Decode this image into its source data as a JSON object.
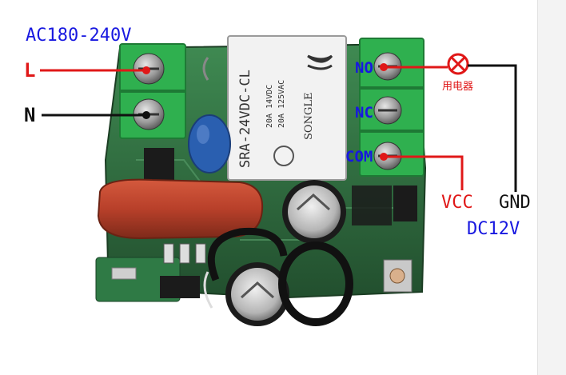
{
  "labels": {
    "ac_voltage": "AC180-240V",
    "live": "L",
    "neutral": "N",
    "no": "NO",
    "nc": "NC",
    "com": "COM",
    "load": "用电器",
    "vcc": "VCC",
    "gnd": "GND",
    "dc_voltage": "DC12V"
  },
  "relay": {
    "brand": "SONGLE",
    "model": "SRA-24VDC-CL",
    "rating_dc": "20A 14VDC",
    "rating_ac": "20A 125VAC"
  },
  "colors": {
    "ac_label": "#1818e0",
    "dc_label": "#1818e0",
    "live_wire": "#e01818",
    "neutral_wire": "#111111",
    "vcc_wire": "#e01818",
    "gnd_wire": "#111111",
    "terminal_label": "#1818e0",
    "load_label": "#e01818",
    "pcb": "#2e6b3e",
    "terminal_block": "#2fb04f",
    "relay_body": "#f2f2f2",
    "capacitor_red": "#b8402a",
    "capacitor_blue": "#2a5fb0"
  }
}
